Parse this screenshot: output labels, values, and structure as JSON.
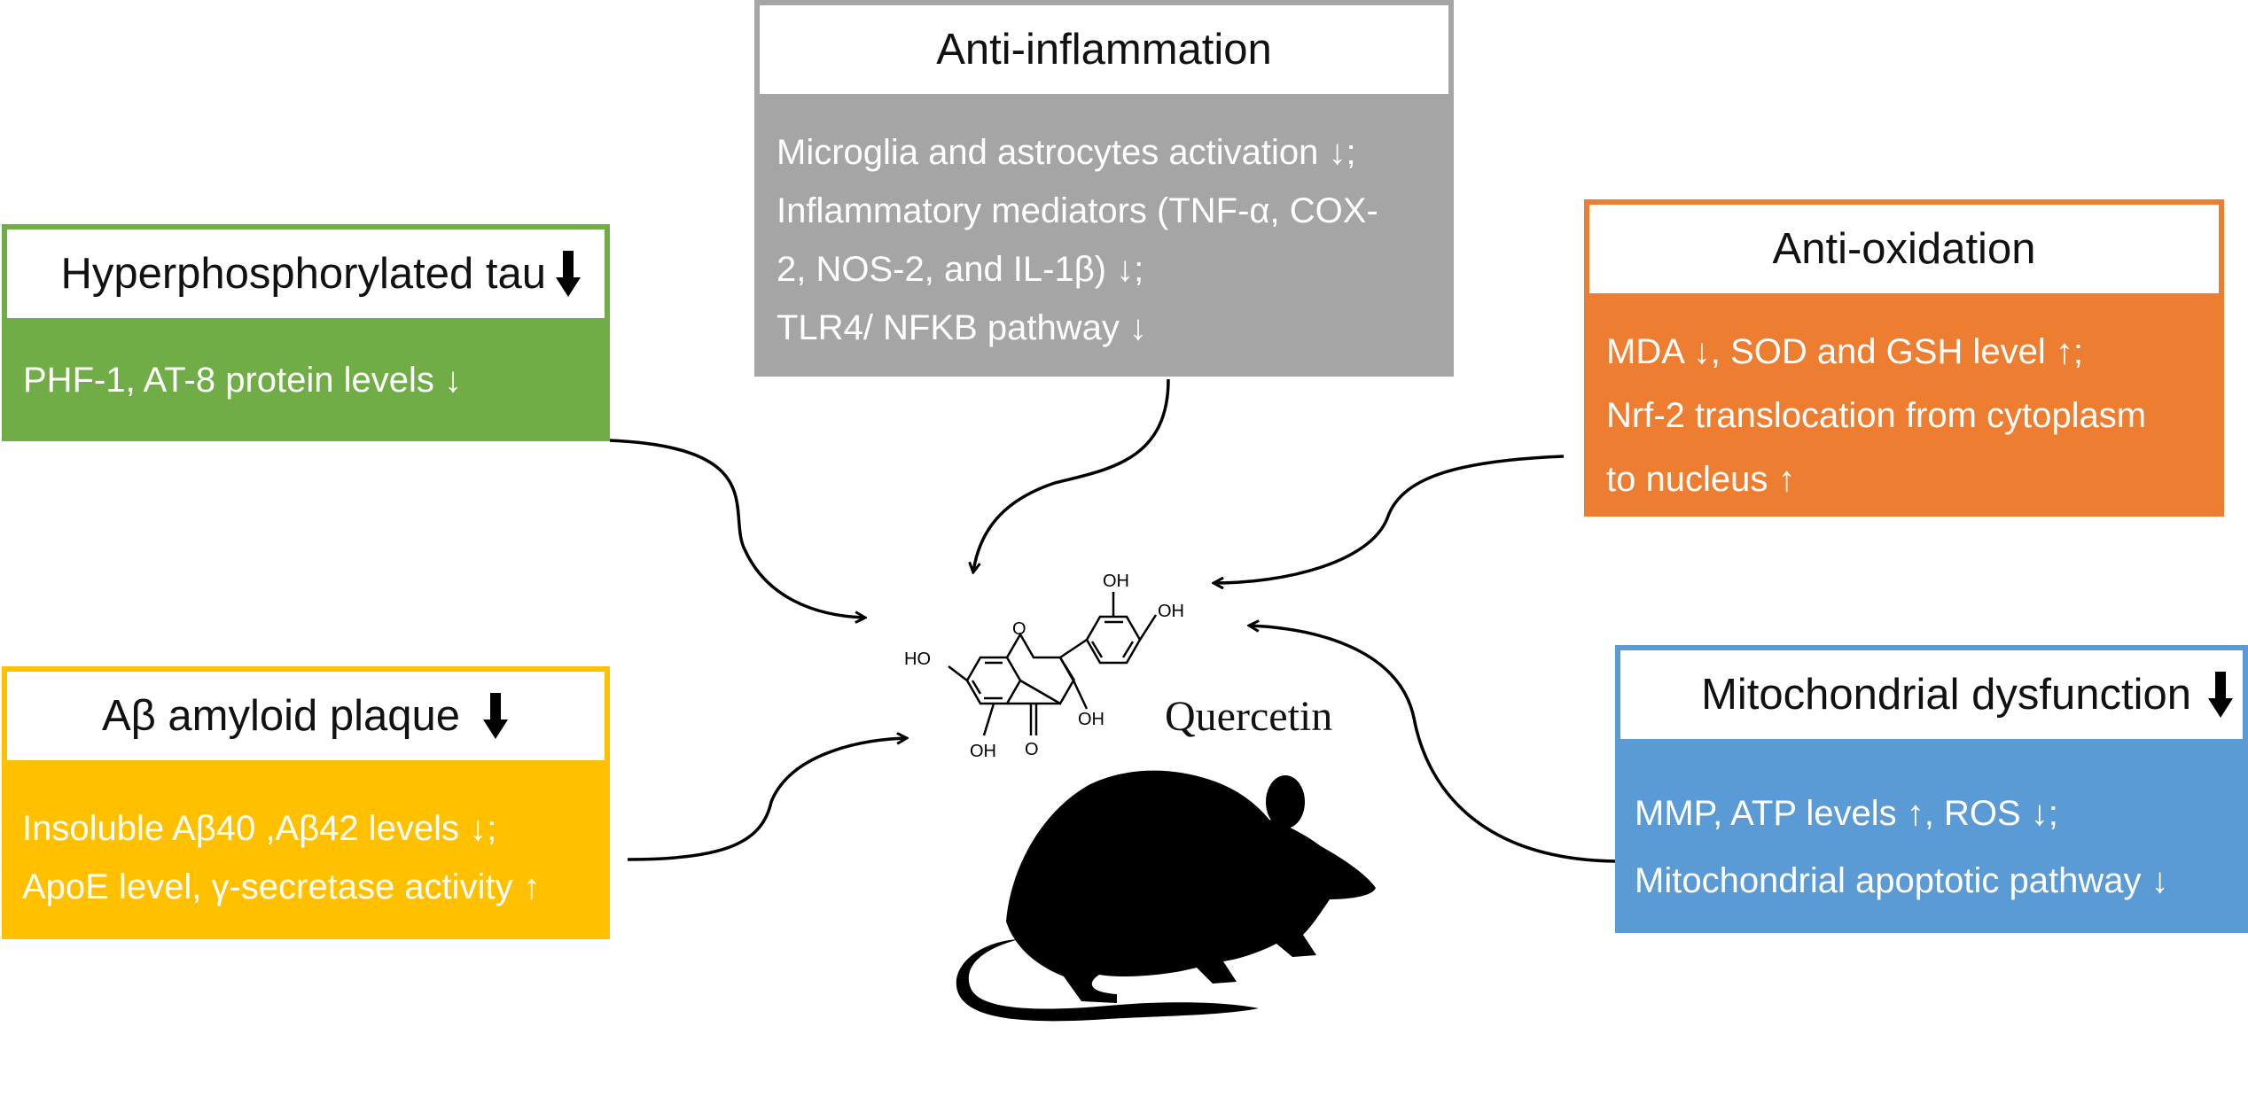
{
  "colors": {
    "tau": "#70ad47",
    "inflammation": "#a5a5a5",
    "oxidation": "#ed7d31",
    "amyloid": "#ffc000",
    "mito": "#5b9bd5"
  },
  "icons": [
    "bold-down-arrow-icon",
    "quercetin-structure-icon",
    "rat-silhouette-icon",
    "curved-arrow-icon"
  ],
  "tau": {
    "title": "Hyperphosphorylated tau",
    "lines": [
      "PHF-1, AT-8  protein levels ↓"
    ]
  },
  "inflammation": {
    "title": "Anti-inflammation",
    "lines": [
      "Microglia and astrocytes activation ↓;",
      "Inflammatory mediators (TNF-α, COX-",
      "2, NOS-2, and IL-1β) ↓;",
      "TLR4/ NFKB pathway ↓"
    ]
  },
  "oxidation": {
    "title": "Anti-oxidation",
    "lines": [
      "MDA ↓, SOD and GSH level ↑;",
      "Nrf-2 translocation from cytoplasm",
      "to nucleus ↑"
    ]
  },
  "amyloid": {
    "title": "Aβ amyloid plaque",
    "lines": [
      "Insoluble Aβ40 ,Aβ42 levels ↓;",
      "ApoE level, γ-secretase activity ↑"
    ]
  },
  "mito": {
    "title": "Mitochondrial dysfunction",
    "lines": [
      "MMP, ATP levels ↑, ROS ↓;",
      "Mitochondrial apoptotic pathway ↓"
    ]
  },
  "molecule": {
    "name": "Quercetin",
    "labels": [
      "OH",
      "OH",
      "HO",
      "OH",
      "OH",
      "O",
      "O"
    ]
  }
}
